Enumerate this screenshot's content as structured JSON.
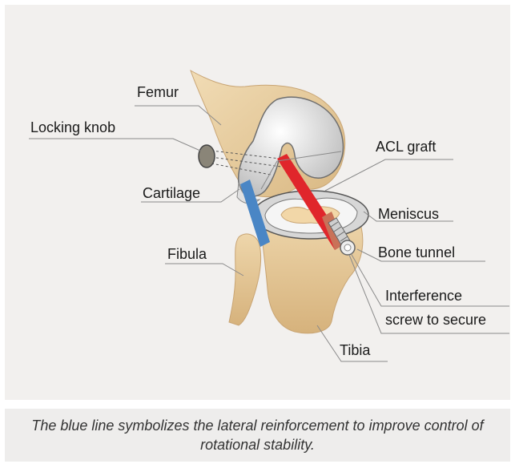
{
  "labels": {
    "femur": "Femur",
    "locking_knob": "Locking knob",
    "acl_graft": "ACL graft",
    "cartilage": "Cartilage",
    "meniscus": "Meniscus",
    "fibula": "Fibula",
    "bone_tunnel": "Bone tunnel",
    "interference_screw": [
      "Interference",
      "screw to secure"
    ],
    "tibia": "Tibia"
  },
  "caption": "The blue line symbolizes the lateral reinforcement to improve control of rotational stability.",
  "colors": {
    "bone": "#e9cfa0",
    "cartilage": "#dcdcdc",
    "acl_graft": "#e0262b",
    "lateral_reinforcement": "#4a86c5",
    "knob": "#8a8578"
  }
}
